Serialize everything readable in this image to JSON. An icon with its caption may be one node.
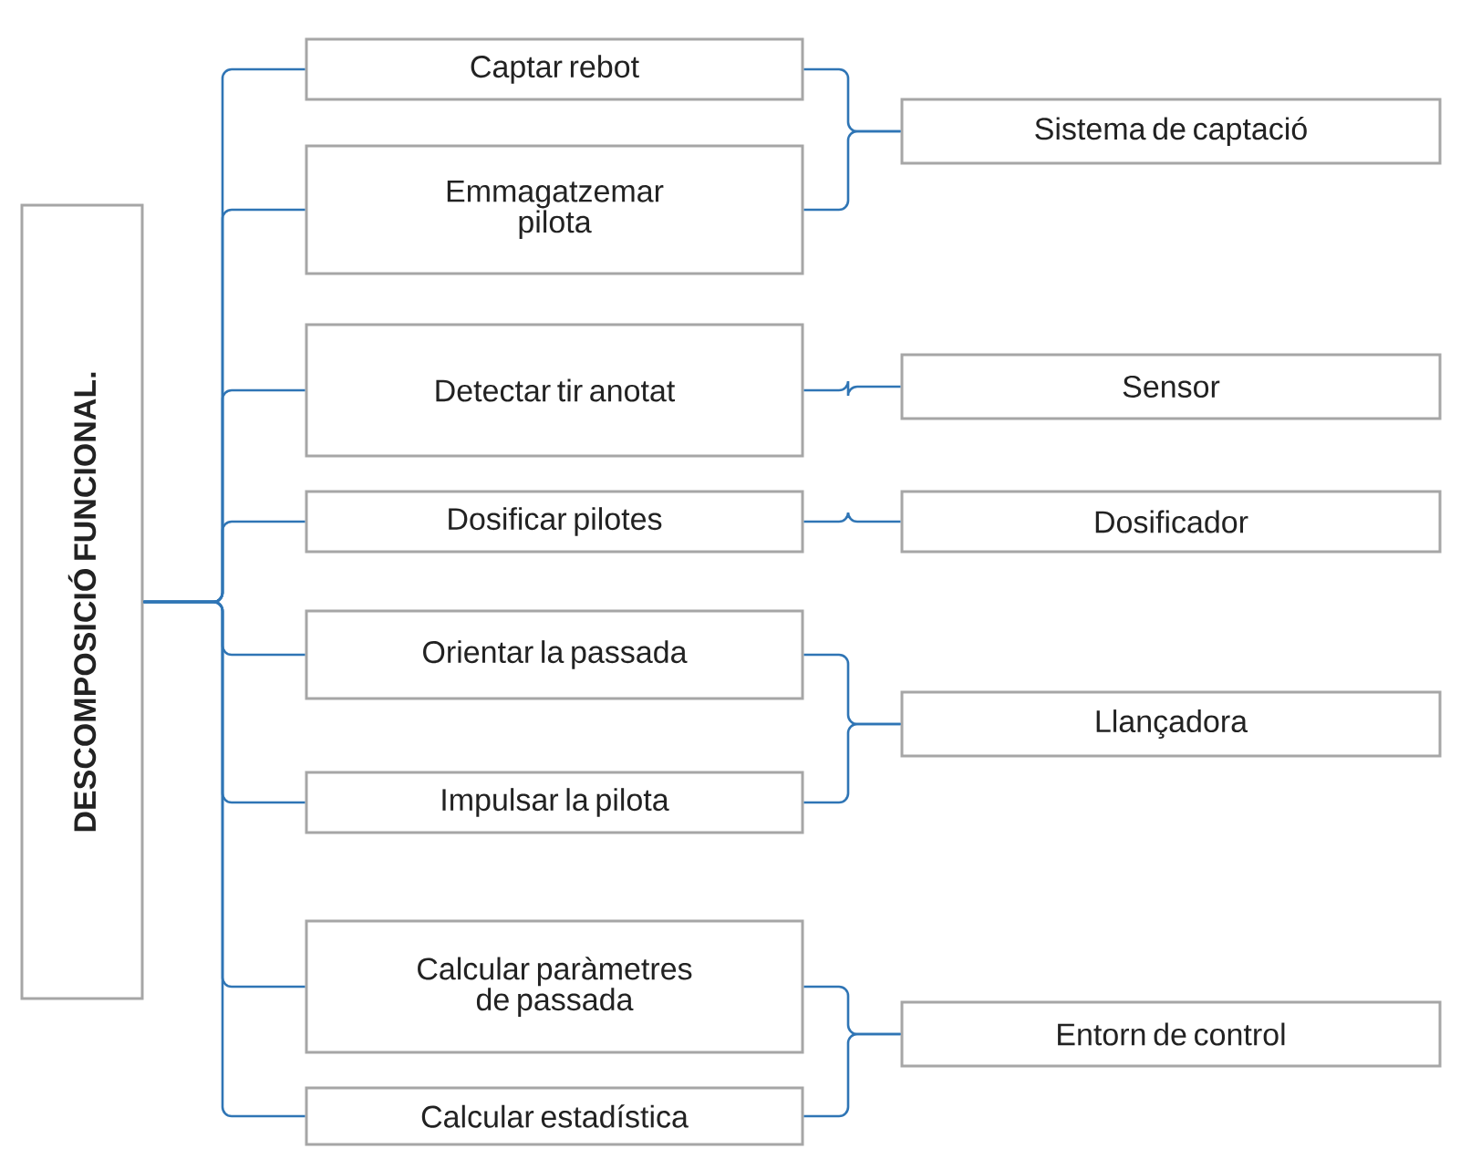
{
  "diagram": {
    "nodes": [
      {
        "text": [
          "DESCOMPOSICIÓ FUNCIONAL."
        ]
      },
      {
        "text": [
          "Captar rebot"
        ]
      },
      {
        "text": [
          "Emmagatzemar pilota"
        ]
      },
      {
        "text": [
          "Detectar tir anotat"
        ]
      },
      {
        "text": [
          "Dosificar pilotes"
        ]
      },
      {
        "text": [
          "Orientar la passada"
        ]
      },
      {
        "text": [
          "Impulsar la pilota"
        ]
      },
      {
        "text": [
          "Calcular paràmetres de passada"
        ]
      },
      {
        "text": [
          "Calcular estadística"
        ]
      },
      {
        "text": [
          "Sistema de captació"
        ]
      },
      {
        "text": [
          "Sensor"
        ]
      },
      {
        "text": [
          "Dosificador"
        ]
      },
      {
        "text": [
          "Llançadora"
        ]
      },
      {
        "text": [
          "Entorn de control"
        ]
      }
    ],
    "edges": [
      {
        "from": 0,
        "to": 1,
        "arrow": "none"
      },
      {
        "from": 0,
        "to": 2,
        "arrow": "none"
      },
      {
        "from": 0,
        "to": 3,
        "arrow": "none"
      },
      {
        "from": 0,
        "to": 4,
        "arrow": "none"
      },
      {
        "from": 0,
        "to": 5,
        "arrow": "none"
      },
      {
        "from": 0,
        "to": 6,
        "arrow": "none"
      },
      {
        "from": 0,
        "to": 7,
        "arrow": "none"
      },
      {
        "from": 0,
        "to": 8,
        "arrow": "none"
      },
      {
        "from": 1,
        "to": 9,
        "arrow": "none"
      },
      {
        "from": 2,
        "to": 9,
        "arrow": "none"
      },
      {
        "from": 3,
        "to": 10,
        "arrow": "none"
      },
      {
        "from": 4,
        "to": 11,
        "arrow": "none"
      },
      {
        "from": 5,
        "to": 12,
        "arrow": "none"
      },
      {
        "from": 6,
        "to": 12,
        "arrow": "none"
      },
      {
        "from": 7,
        "to": 13,
        "arrow": "none"
      },
      {
        "from": 8,
        "to": 13,
        "arrow": "none"
      }
    ]
  }
}
